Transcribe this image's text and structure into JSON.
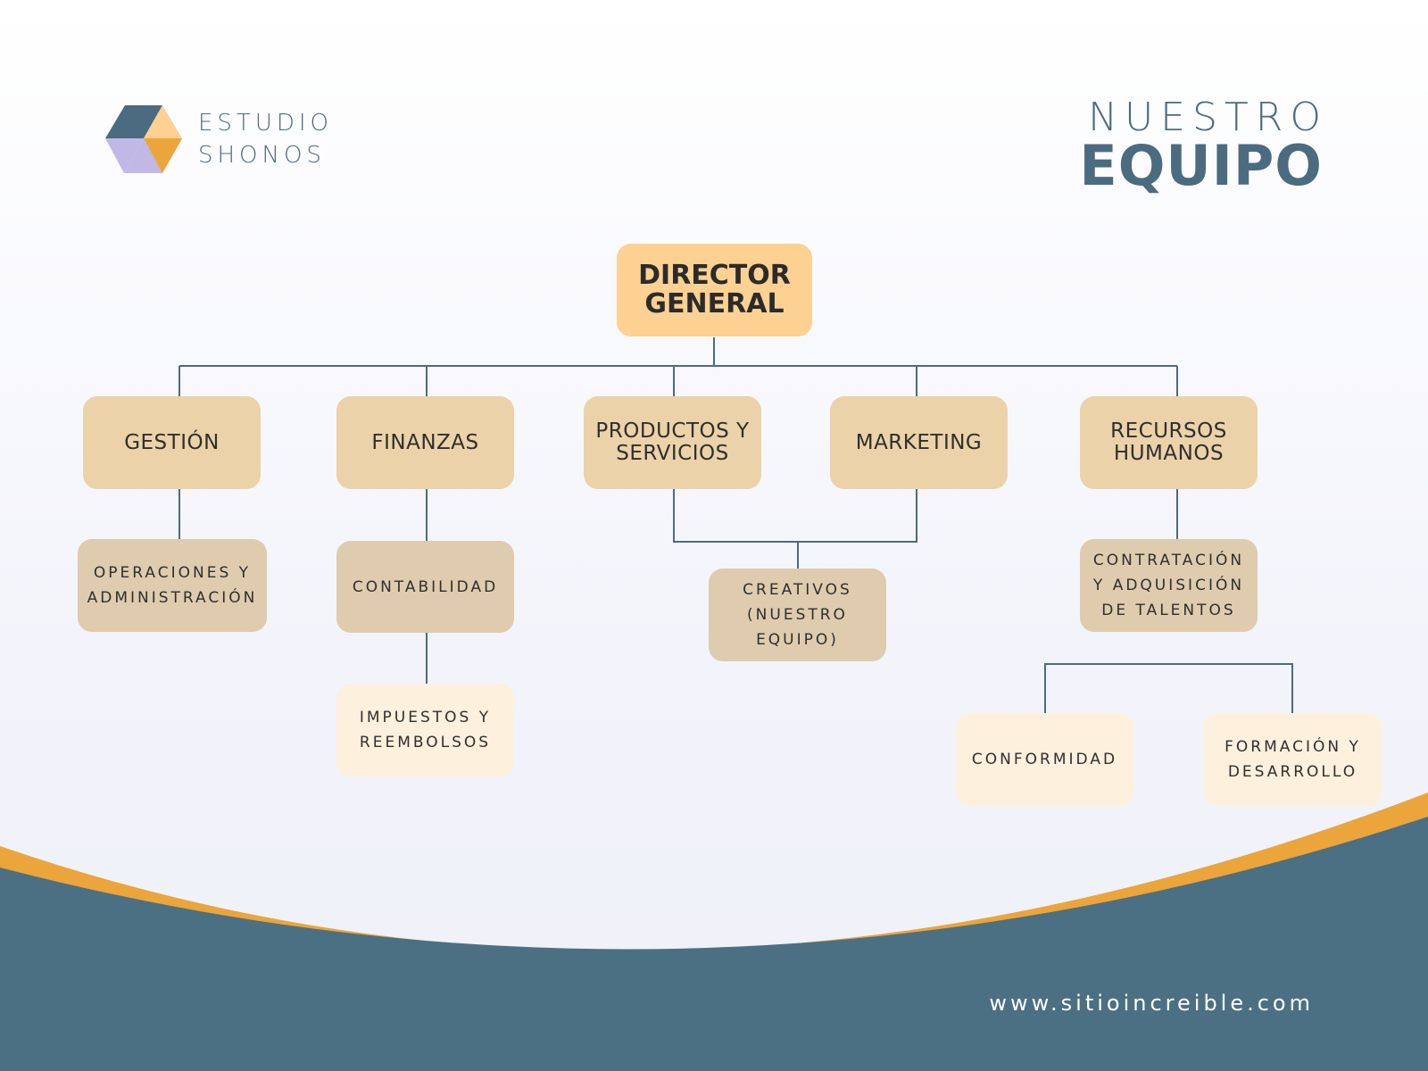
{
  "brand": {
    "line1": "ESTUDIO",
    "line2": "SHONOS"
  },
  "title": {
    "line1": "NUESTRO",
    "line2": "EQUIPO"
  },
  "org": {
    "root": "DIRECTOR\nGENERAL",
    "departments": {
      "gestion": "GESTIÓN",
      "finanzas": "FINANZAS",
      "productos": "PRODUCTOS Y\nSERVICIOS",
      "marketing": "MARKETING",
      "rrhh": "RECURSOS\nHUMANOS"
    },
    "units": {
      "operaciones": "OPERACIONES Y\nADMINISTRACIÓN",
      "contabilidad": "CONTABILIDAD",
      "creativos": "CREATIVOS\n(NUESTRO\nEQUIPO)",
      "contratacion": "CONTRATACIÓN\nY ADQUISICIÓN\nDE TALENTOS"
    },
    "subunits": {
      "impuestos": "IMPUESTOS Y\nREEMBOLSOS",
      "conformidad": "CONFORMIDAD",
      "formacion": "FORMACIÓN Y\nDESARROLLO"
    }
  },
  "footer": {
    "url": "www.sitioincreible.com"
  },
  "colors": {
    "brand_blue": "#4b6b80",
    "accent_orange": "#eba53a",
    "root_fill": "#fcd192",
    "department_fill": "#ecd2a8",
    "unit_fill": "#dfcbae",
    "subunit_fill": "#fdf0dc"
  }
}
